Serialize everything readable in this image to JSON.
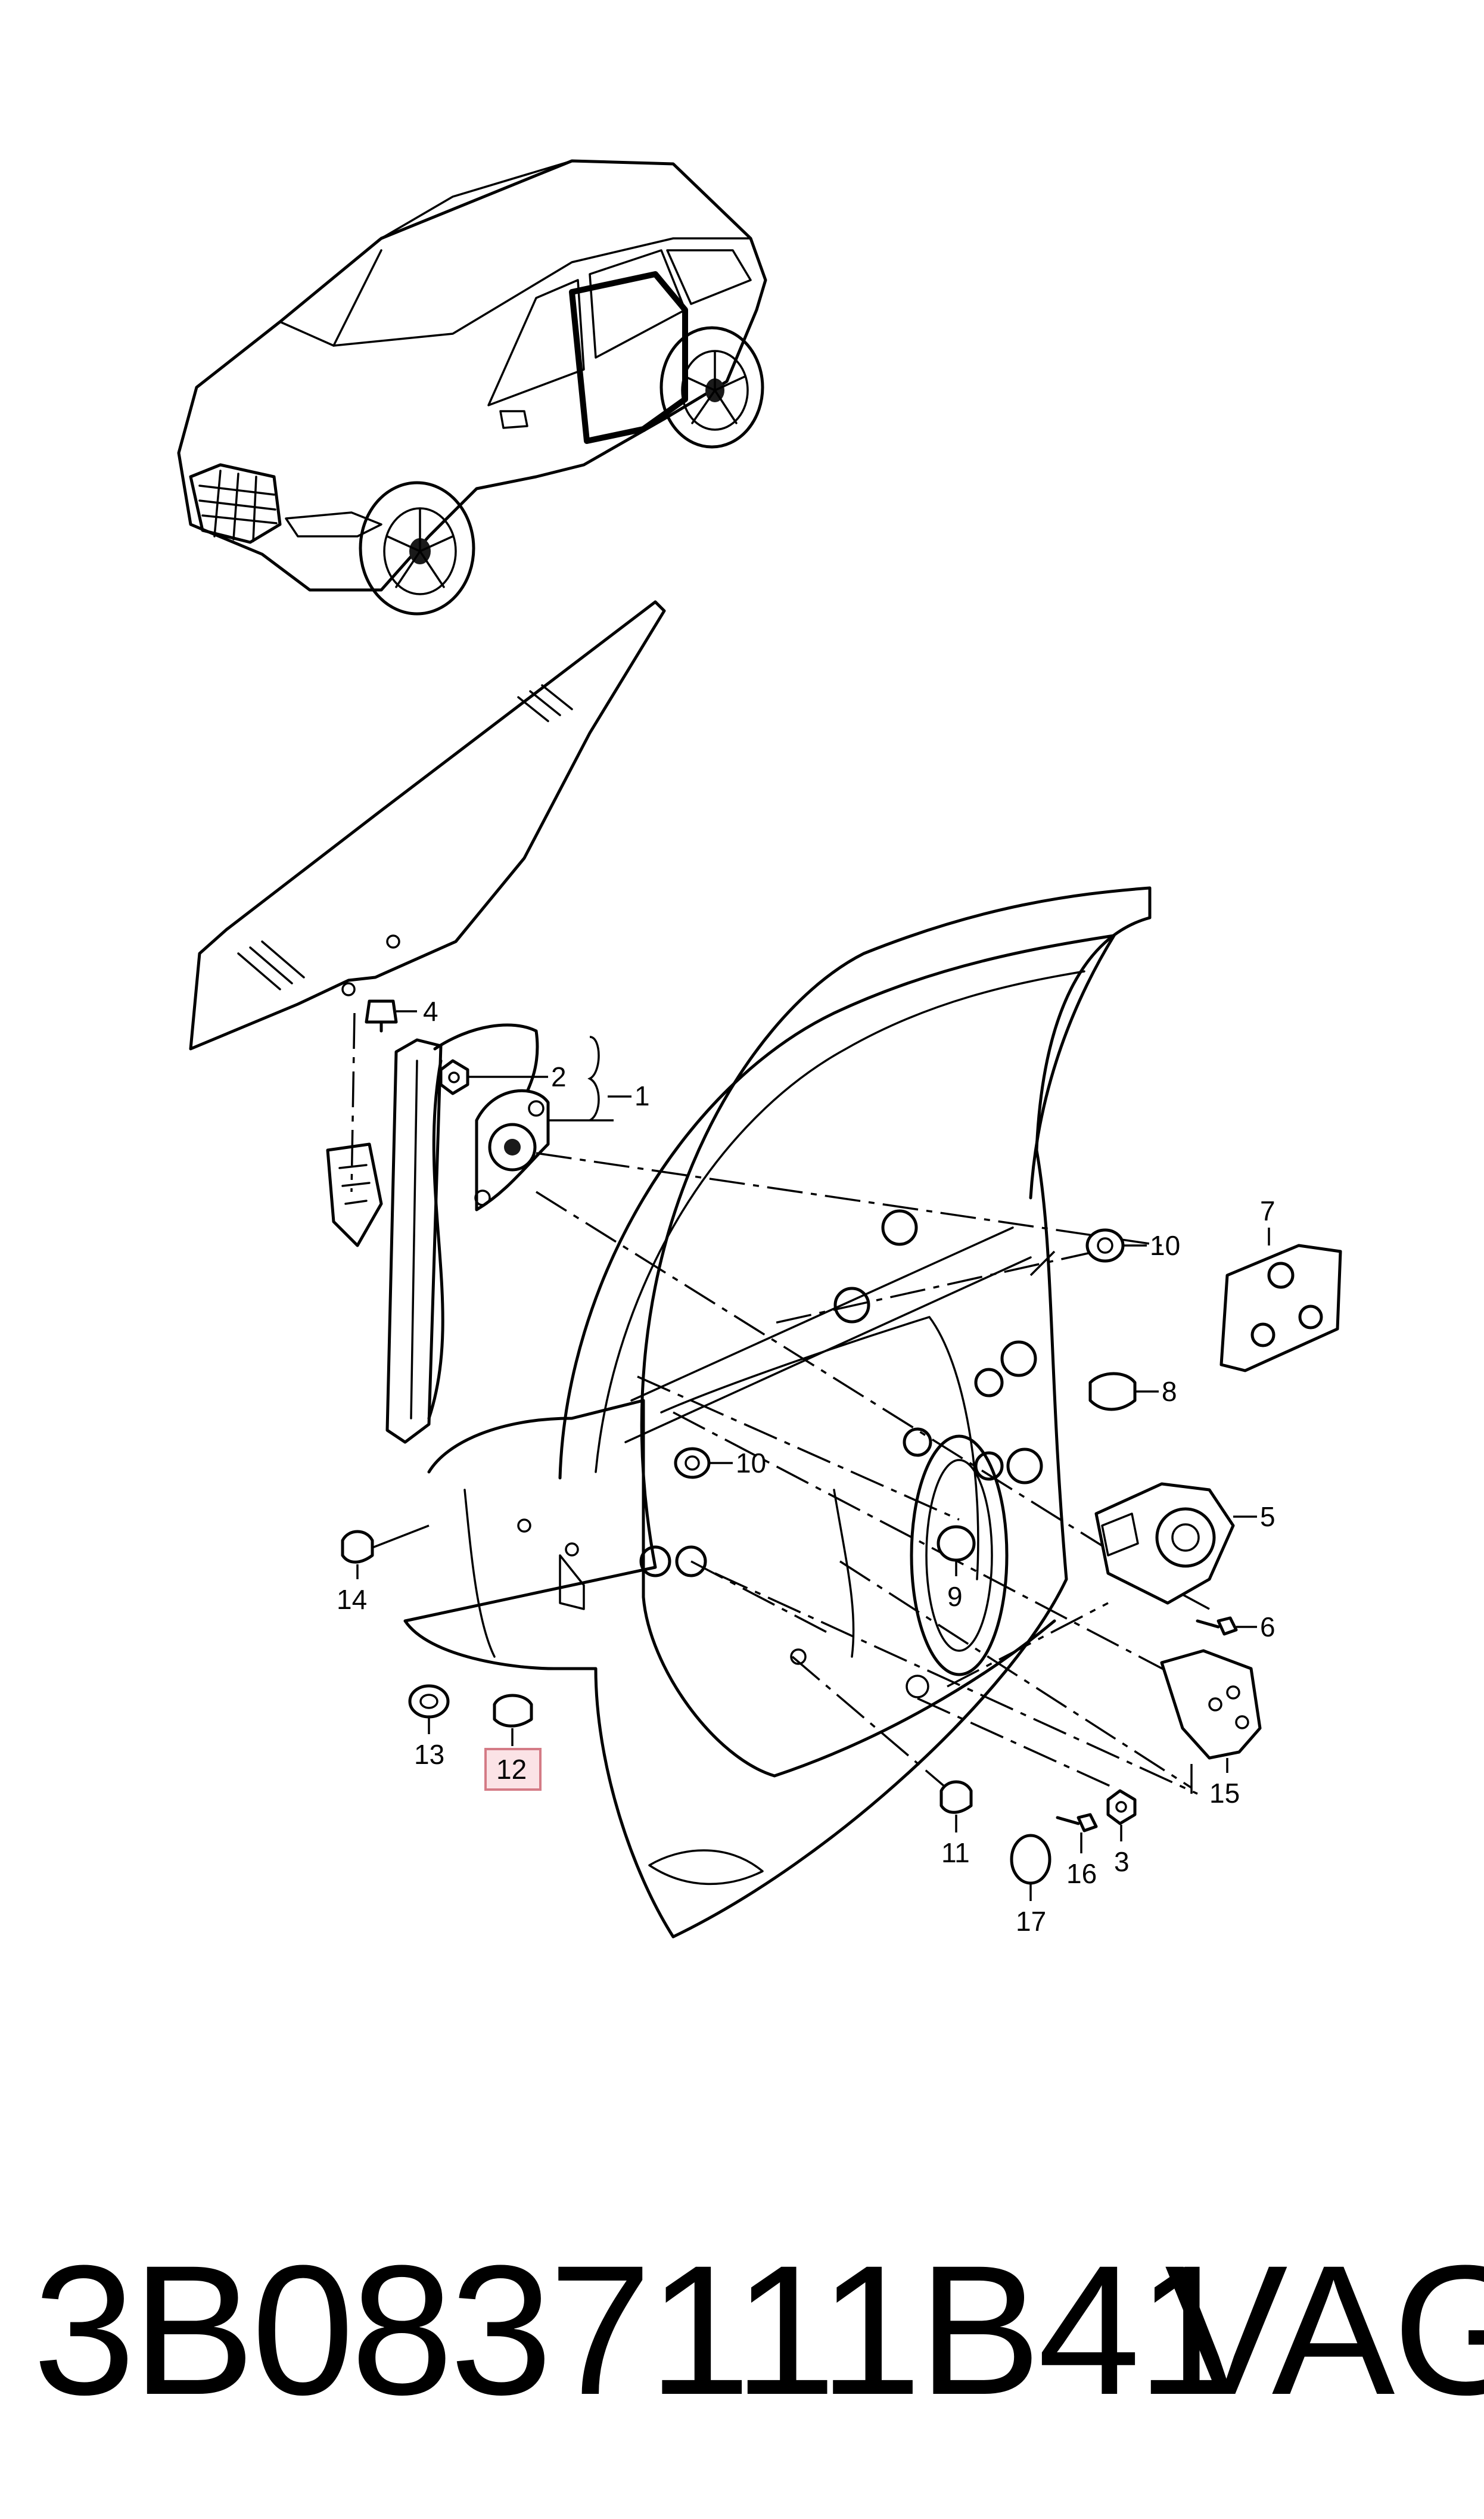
{
  "diagram": {
    "callouts": [
      "1",
      "2",
      "3",
      "4",
      "5",
      "6",
      "7",
      "8",
      "9",
      "10",
      "10",
      "11",
      "12",
      "13",
      "14",
      "15",
      "16",
      "17"
    ],
    "highlighted_callout": "12"
  },
  "footer": {
    "part_number": "3B0837111B41",
    "brand": "VAG"
  }
}
